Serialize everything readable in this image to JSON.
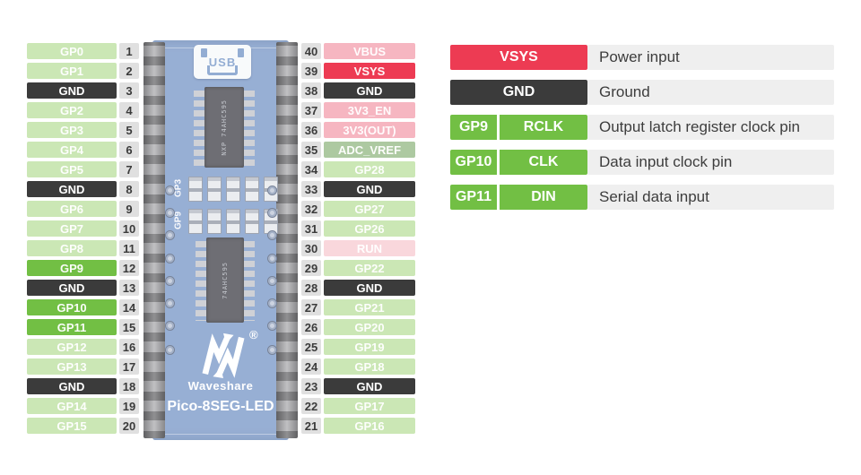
{
  "colors": {
    "pale_green": "#cbe7b5",
    "bright_green": "#72bf44",
    "gnd_dark": "#3b3b3b",
    "number_bg": "#e0e0e0",
    "number_text": "#3b3b3b",
    "pale_pink": "#f6b6c1",
    "power_red": "#ed3b53",
    "sage_green": "#adc9a1",
    "light_pink": "#f9d7dc",
    "legend_desc_bg": "#efefef",
    "legend_desc_text": "#3d3d3d",
    "board_blue": "#84a0cc"
  },
  "left_pins": [
    {
      "label": "GP0",
      "num": "1",
      "type": "pale"
    },
    {
      "label": "GP1",
      "num": "2",
      "type": "pale"
    },
    {
      "label": "GND",
      "num": "3",
      "type": "gnd"
    },
    {
      "label": "GP2",
      "num": "4",
      "type": "pale"
    },
    {
      "label": "GP3",
      "num": "5",
      "type": "pale"
    },
    {
      "label": "GP4",
      "num": "6",
      "type": "pale"
    },
    {
      "label": "GP5",
      "num": "7",
      "type": "pale"
    },
    {
      "label": "GND",
      "num": "8",
      "type": "gnd"
    },
    {
      "label": "GP6",
      "num": "9",
      "type": "pale"
    },
    {
      "label": "GP7",
      "num": "10",
      "type": "pale"
    },
    {
      "label": "GP8",
      "num": "11",
      "type": "pale"
    },
    {
      "label": "GP9",
      "num": "12",
      "type": "bright"
    },
    {
      "label": "GND",
      "num": "13",
      "type": "gnd"
    },
    {
      "label": "GP10",
      "num": "14",
      "type": "bright"
    },
    {
      "label": "GP11",
      "num": "15",
      "type": "bright"
    },
    {
      "label": "GP12",
      "num": "16",
      "type": "pale"
    },
    {
      "label": "GP13",
      "num": "17",
      "type": "pale"
    },
    {
      "label": "GND",
      "num": "18",
      "type": "gnd"
    },
    {
      "label": "GP14",
      "num": "19",
      "type": "pale"
    },
    {
      "label": "GP15",
      "num": "20",
      "type": "pale"
    }
  ],
  "right_pins": [
    {
      "num": "40",
      "label": "VBUS",
      "type": "pink"
    },
    {
      "num": "39",
      "label": "VSYS",
      "type": "red"
    },
    {
      "num": "38",
      "label": "GND",
      "type": "gnd"
    },
    {
      "num": "37",
      "label": "3V3_EN",
      "type": "pink"
    },
    {
      "num": "36",
      "label": "3V3(OUT)",
      "type": "pink"
    },
    {
      "num": "35",
      "label": "ADC_VREF",
      "type": "sage"
    },
    {
      "num": "34",
      "label": "GP28",
      "type": "pale"
    },
    {
      "num": "33",
      "label": "GND",
      "type": "gnd"
    },
    {
      "num": "32",
      "label": "GP27",
      "type": "pale"
    },
    {
      "num": "31",
      "label": "GP26",
      "type": "pale"
    },
    {
      "num": "30",
      "label": "RUN",
      "type": "lightpink"
    },
    {
      "num": "29",
      "label": "GP22",
      "type": "pale"
    },
    {
      "num": "28",
      "label": "GND",
      "type": "gnd"
    },
    {
      "num": "27",
      "label": "GP21",
      "type": "pale"
    },
    {
      "num": "26",
      "label": "GP20",
      "type": "pale"
    },
    {
      "num": "25",
      "label": "GP19",
      "type": "pale"
    },
    {
      "num": "24",
      "label": "GP18",
      "type": "pale"
    },
    {
      "num": "23",
      "label": "GND",
      "type": "gnd"
    },
    {
      "num": "22",
      "label": "GP17",
      "type": "pale"
    },
    {
      "num": "21",
      "label": "GP16",
      "type": "pale"
    }
  ],
  "legend": [
    {
      "cells": [
        "VSYS"
      ],
      "type": "red",
      "desc": "Power input"
    },
    {
      "cells": [
        "GND"
      ],
      "type": "gnd",
      "desc": "Ground"
    },
    {
      "cells": [
        "GP9",
        "RCLK"
      ],
      "type": "green",
      "desc": "Output latch register clock pin"
    },
    {
      "cells": [
        "GP10",
        "CLK"
      ],
      "type": "green",
      "desc": "Data input clock pin"
    },
    {
      "cells": [
        "GP11",
        "DIN"
      ],
      "type": "green",
      "desc": "Serial data input"
    }
  ],
  "board": {
    "usb_label": "USB",
    "chip1_marking": "NXP 74AHC595",
    "chip2_marking": "74AHC595",
    "silkscreen_labels": [
      "GP3",
      "GP9"
    ],
    "registered_mark": "®",
    "logo_text": "Waveshare",
    "board_name": "Pico-8SEG-LED"
  }
}
